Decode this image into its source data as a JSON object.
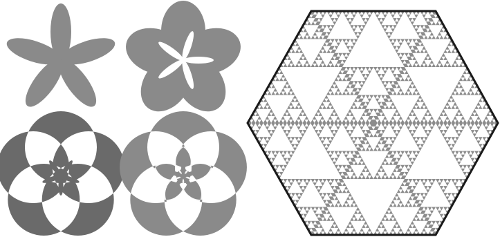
{
  "figure": {
    "background": "#ffffff",
    "petal_gray": "#8a8a8a",
    "petal_dark": "#6a6a6a",
    "fractal_border": "#1a1a1a",
    "fractal_gray": "#8c8c8c",
    "fractal_light": "#ffffff"
  },
  "rose_patterns": [
    {
      "name": "rose-five-petals",
      "petals": 5,
      "style": "thin-petals"
    },
    {
      "name": "rose-five-lobes",
      "petals": 5,
      "style": "overlapping-lobes"
    },
    {
      "name": "rose-overlapping-circles",
      "petals": 5,
      "style": "alternating-overlap"
    },
    {
      "name": "rose-circle-lattice",
      "petals": 5,
      "style": "circle-lattice"
    }
  ],
  "fractal": {
    "shape": "hexagon",
    "type": "sierpinski-triangles",
    "depth": 5
  }
}
